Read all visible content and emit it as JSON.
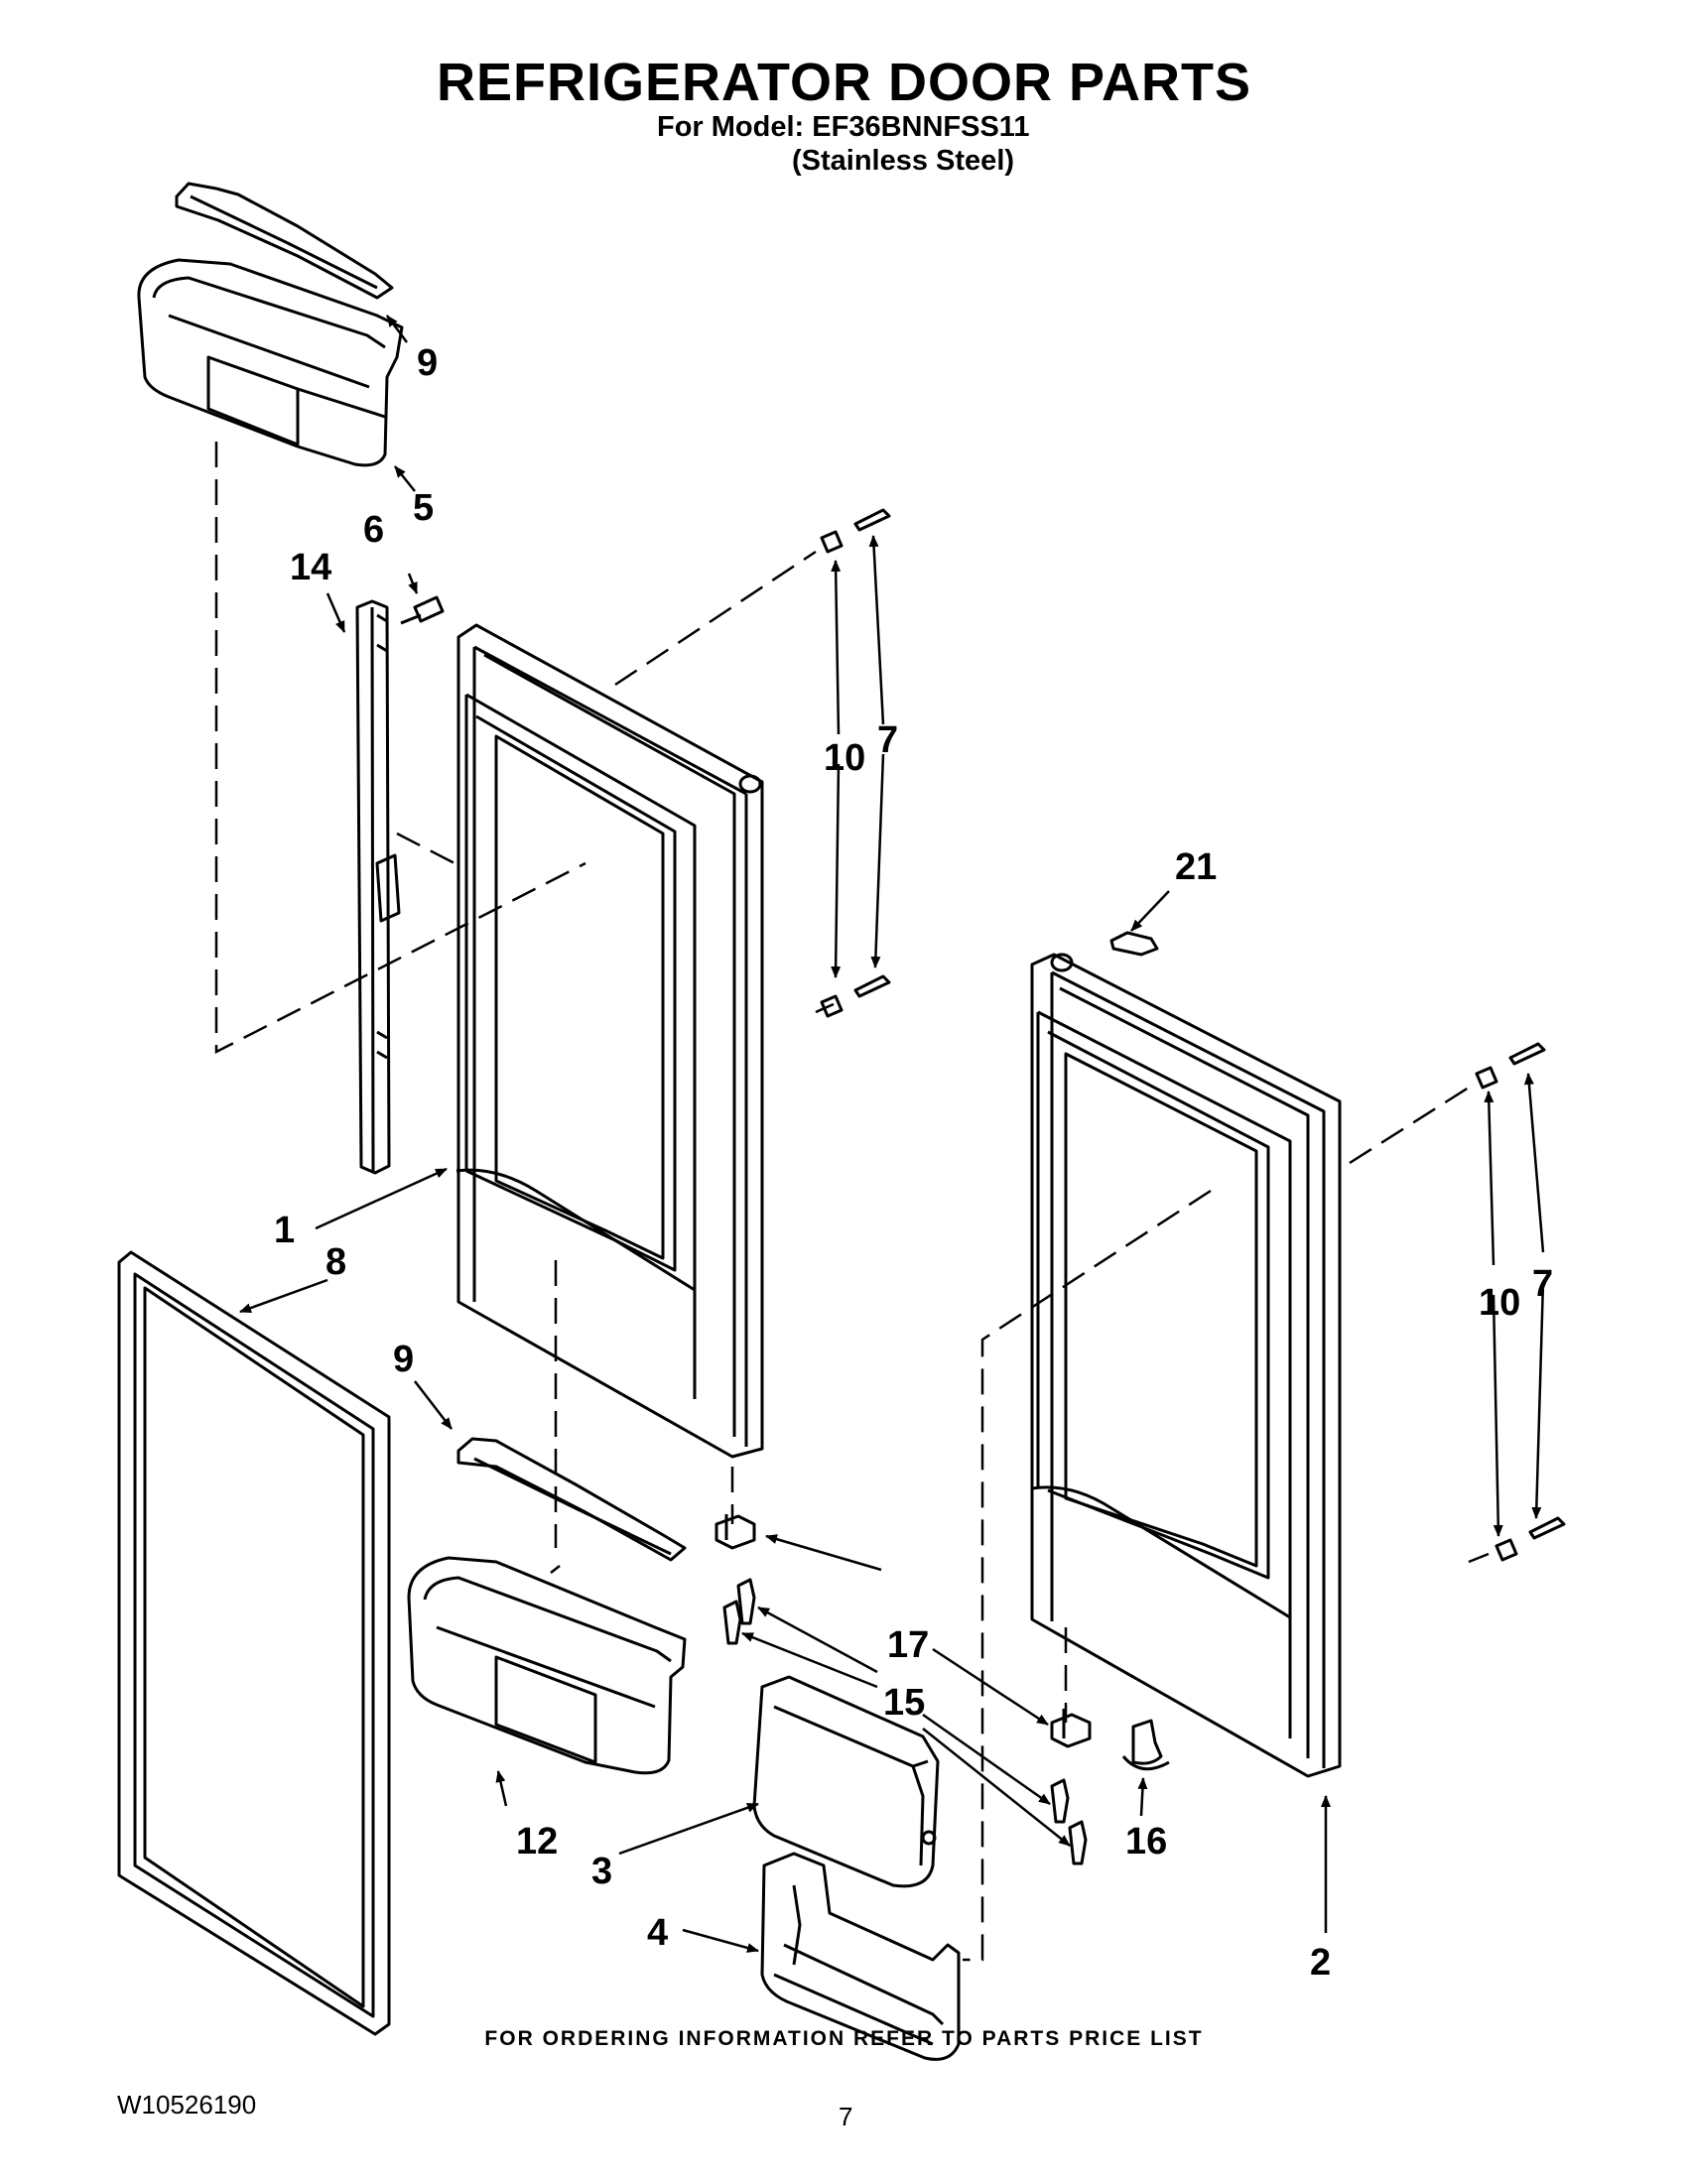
{
  "header": {
    "title": "REFRIGERATOR DOOR PARTS",
    "model_line": "For Model: EF36BNNFSS11",
    "finish_line": "(Stainless Steel)"
  },
  "footer": {
    "ordering_note": "FOR ORDERING INFORMATION REFER TO PARTS PRICE LIST",
    "document_number": "W10526190",
    "page_number": "7"
  },
  "callouts": {
    "c1": "1",
    "c2": "2",
    "c3": "3",
    "c4": "4",
    "c5": "5",
    "c6": "6",
    "c7a": "7",
    "c7b": "7",
    "c8": "8",
    "c9a": "9",
    "c9b": "9",
    "c10a": "10",
    "c10b": "10",
    "c12": "12",
    "c14": "14",
    "c15": "15",
    "c16": "16",
    "c17": "17",
    "c21": "21"
  }
}
